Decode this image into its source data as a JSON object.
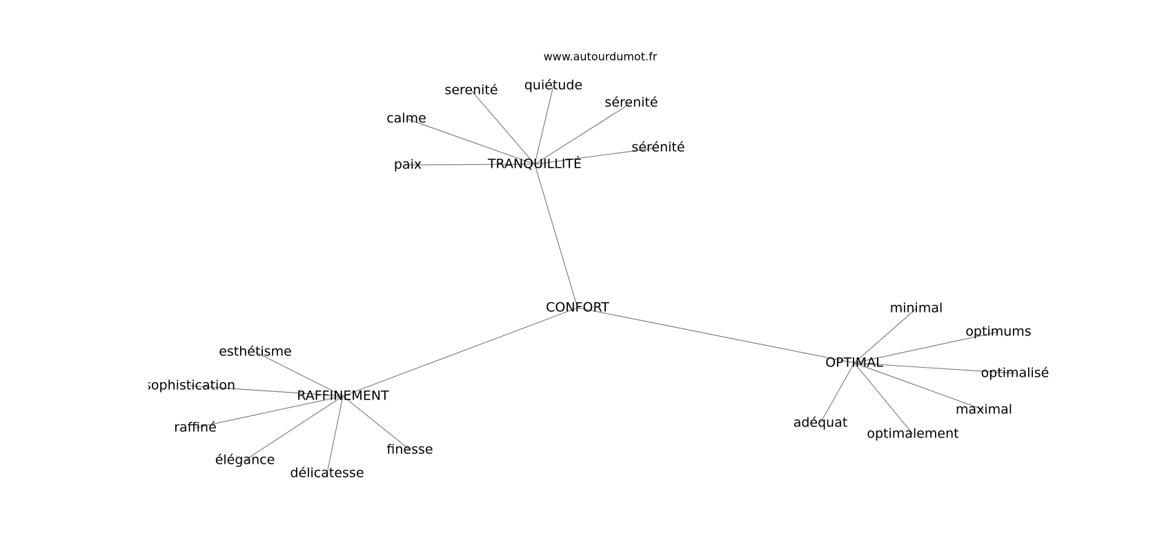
{
  "source": "www.autourdumot.fr",
  "graph": {
    "root": "CONFORT",
    "hubs": [
      {
        "id": "tranquillite",
        "label": "TRANQUILLITÉ",
        "leaves": [
          "paix",
          "calme",
          "serenité",
          "quiétude",
          "sérenité",
          "sérénité"
        ]
      },
      {
        "id": "raffinement",
        "label": "RAFFINEMENT",
        "leaves": [
          "esthétisme",
          "sophistication",
          "raffiné",
          "élégance",
          "délicatesse",
          "finesse"
        ]
      },
      {
        "id": "optimal",
        "label": "OPTIMAL",
        "leaves": [
          "minimal",
          "optimums",
          "optimalisé",
          "maximal",
          "optimalement",
          "adéquat"
        ]
      }
    ]
  }
}
